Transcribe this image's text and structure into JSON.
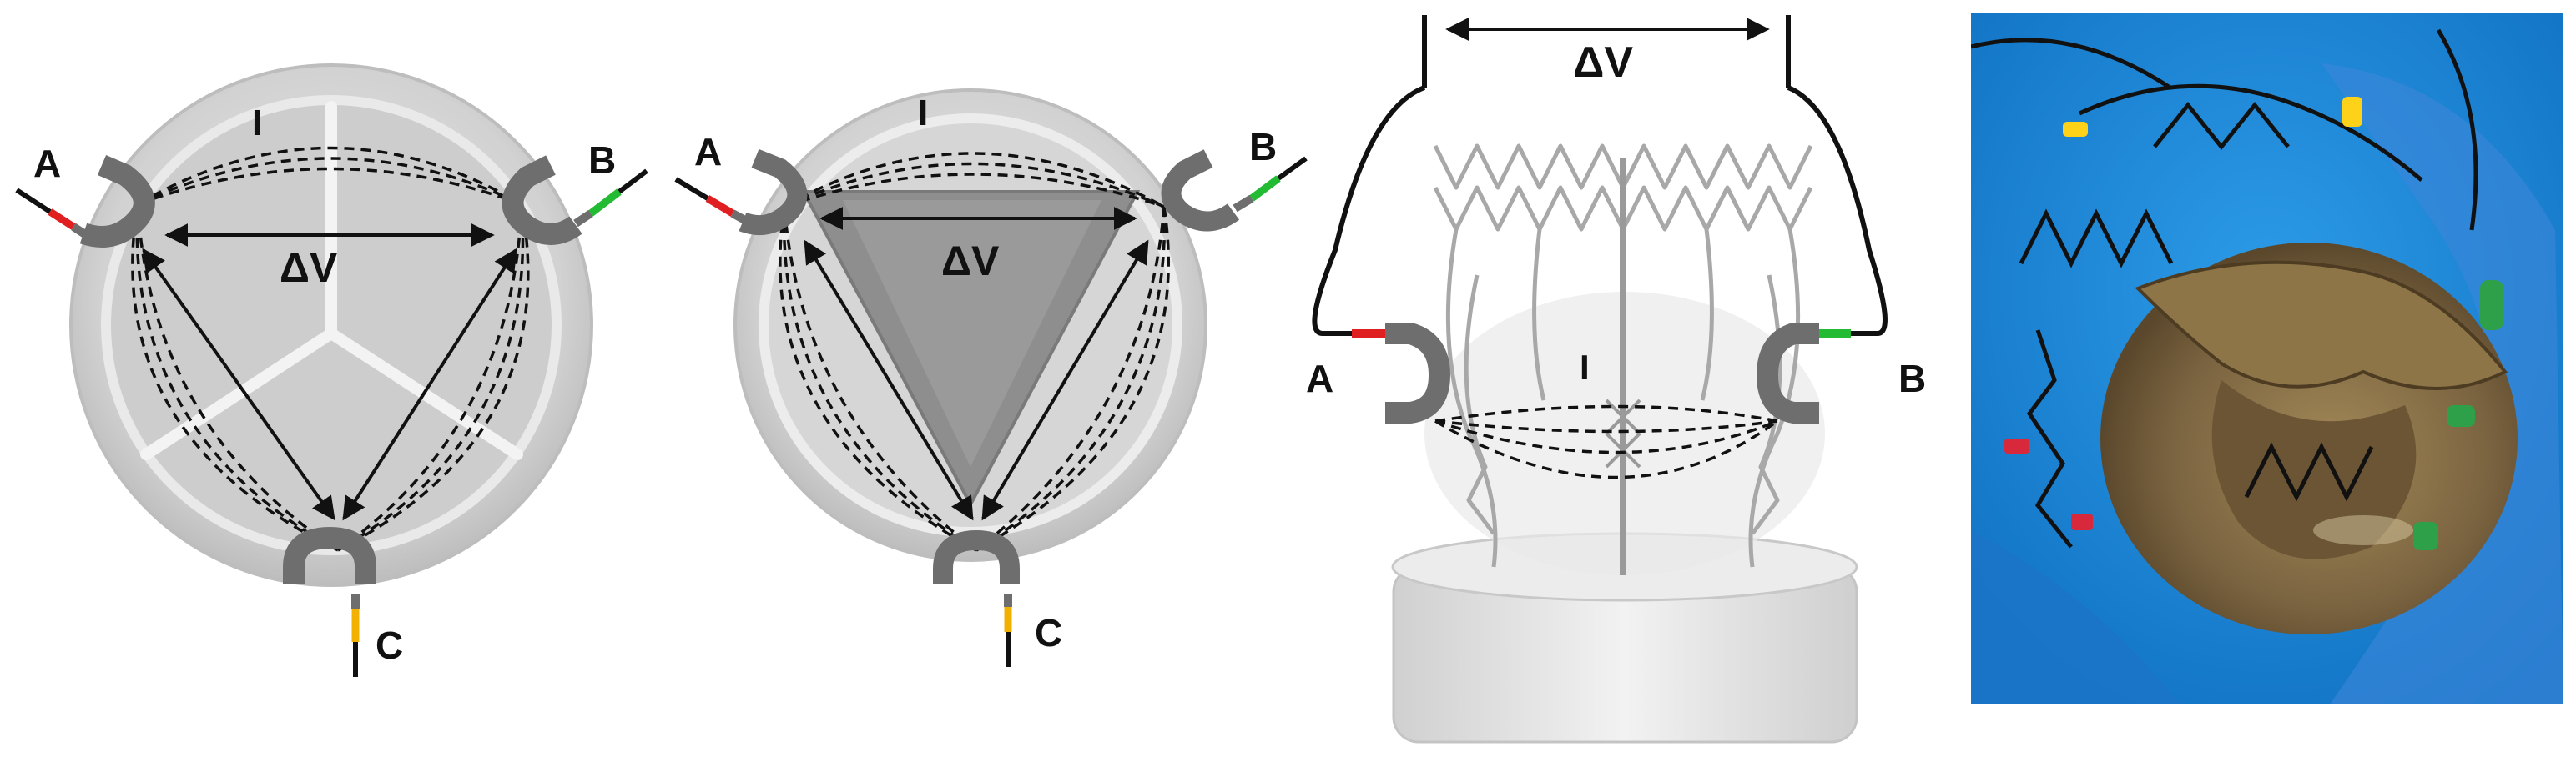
{
  "panel_1": {
    "labels": {
      "a": "A",
      "b": "B",
      "c": "C",
      "delta_v": "ΔV",
      "current": "I"
    }
  },
  "panel_2": {
    "labels": {
      "a": "A",
      "b": "B",
      "c": "C",
      "delta_v": "ΔV",
      "current": "I"
    }
  },
  "panel_3": {
    "labels": {
      "a": "A",
      "b": "B",
      "delta_v": "ΔV",
      "current": "I"
    }
  },
  "colors": {
    "electrode_a": "#e02020",
    "electrode_b": "#22bb33",
    "electrode_c": "#f2b000",
    "electrode_body": "#6e6e6e",
    "photo_background": "#1e86d6"
  },
  "icons": {
    "electrode": "u-shaped-electrode-icon",
    "photo": "valve-prototype-photo"
  }
}
